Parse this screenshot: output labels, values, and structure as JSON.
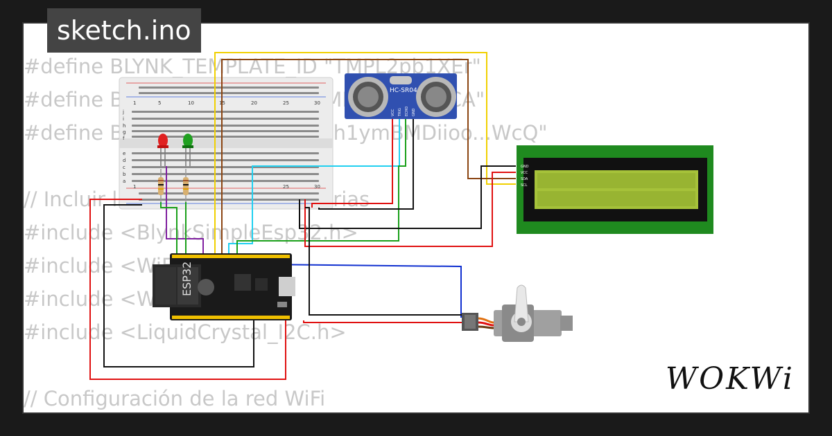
{
  "filename": "sketch.ino",
  "code_lines": [
    "#define BLYNK_TEMPLATE_ID \"TMPL2pb1XEr\"",
    "#define BLYNK_TEMPLATE_NAME \"ROBOTICA\"",
    "#define BLYNK_AUTH_TOKEN \"h1ymBMDiioo...WcQ\"",
    "",
    "// Incluir las bibliotecas necesarias",
    "#include <BlynkSimpleEsp32.h>",
    "#include <WiFi.h>",
    "#include <Wire.h>",
    "#include <LiquidCrystal_I2C.h>",
    "",
    "// Configuración de la red WiFi"
  ],
  "brand": "WOKWi",
  "components": {
    "esp32_label": "ESP32",
    "sensor_label": "HC-SR04",
    "sensor_pins": [
      "VCC",
      "TRIG",
      "ECHO",
      "GND"
    ],
    "lcd_pins": [
      "GND",
      "VCC",
      "SDA",
      "SCL"
    ],
    "breadboard_numbers": [
      "1",
      "5",
      "10",
      "15",
      "20",
      "25",
      "30"
    ],
    "breadboard_rows": [
      "j",
      "i",
      "h",
      "g",
      "f",
      "e",
      "d",
      "c",
      "b",
      "a"
    ]
  },
  "colors": {
    "wire_red": "#e01010",
    "wire_black": "#111111",
    "wire_yellow": "#f0d000",
    "wire_brown": "#8b4513",
    "wire_green": "#1aa01a",
    "wire_cyan": "#20d0f0",
    "wire_blue": "#1030d0",
    "wire_purple": "#8020a0",
    "lcd_board": "#1f8a1f",
    "lcd_screen": "#a6c23a",
    "sensor_board": "#3050b0",
    "esp32_board": "#1a1a1a"
  }
}
